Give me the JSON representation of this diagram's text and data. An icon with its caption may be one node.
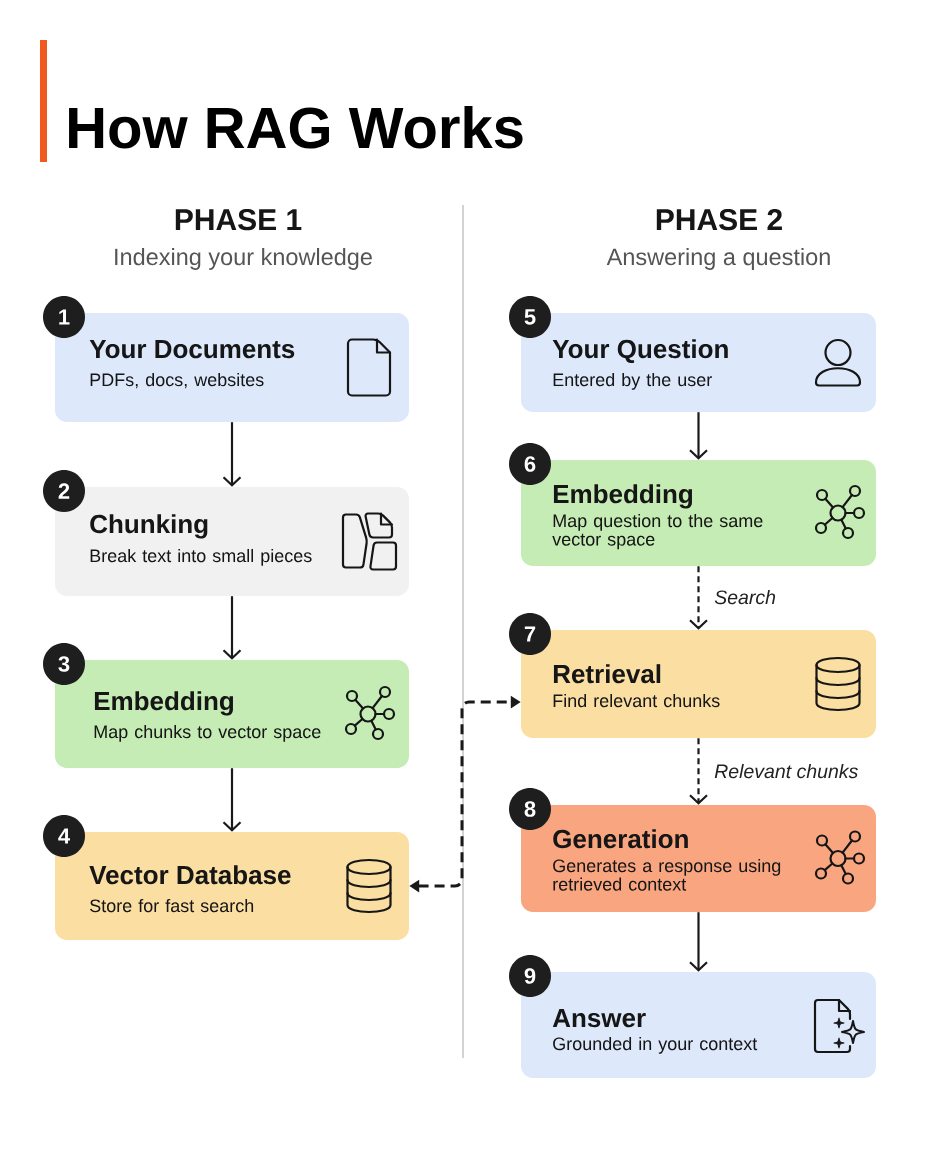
{
  "diagram": {
    "title": "How RAG Works",
    "nodes": [
      {
        "text": [
          "1",
          "Your Documents",
          "PDFs, docs, websites"
        ]
      },
      {
        "text": [
          "2",
          "Chunking",
          "Break text into small pieces"
        ]
      },
      {
        "text": [
          "3",
          "Embedding",
          "Map chunks to vector space"
        ]
      },
      {
        "text": [
          "4",
          "Vector Database",
          "Store for fast search"
        ]
      },
      {
        "text": [
          "5",
          "Your Question",
          "Entered by the user"
        ]
      },
      {
        "text": [
          "6",
          "Embedding",
          "Map question to the same vector space"
        ]
      },
      {
        "text": [
          "7",
          "Retrieval",
          "Find relevant chunks"
        ]
      },
      {
        "text": [
          "8",
          "Generation",
          "Generates a response using retrieved context"
        ]
      },
      {
        "text": [
          "9",
          "Answer",
          "Grounded in your context"
        ]
      }
    ],
    "edges": [
      {
        "from": 0,
        "to": 1,
        "arrow": "to"
      },
      {
        "from": 1,
        "to": 2,
        "arrow": "to"
      },
      {
        "from": 2,
        "to": 3,
        "arrow": "to"
      },
      {
        "from": 4,
        "to": 5,
        "arrow": "to"
      },
      {
        "from": 5,
        "to": 6,
        "arrow": "to",
        "label": "Search",
        "style": "dashed"
      },
      {
        "from": 6,
        "to": 7,
        "arrow": "to",
        "label": "Relevant chunks",
        "style": "dashed"
      },
      {
        "from": 7,
        "to": 8,
        "arrow": "to"
      },
      {
        "from": 3,
        "to": 6,
        "arrow": "both",
        "style": "dashed"
      }
    ],
    "labels": [
      "PHASE 1",
      "Indexing your knowledge",
      "PHASE 2",
      "Answering a question"
    ]
  }
}
